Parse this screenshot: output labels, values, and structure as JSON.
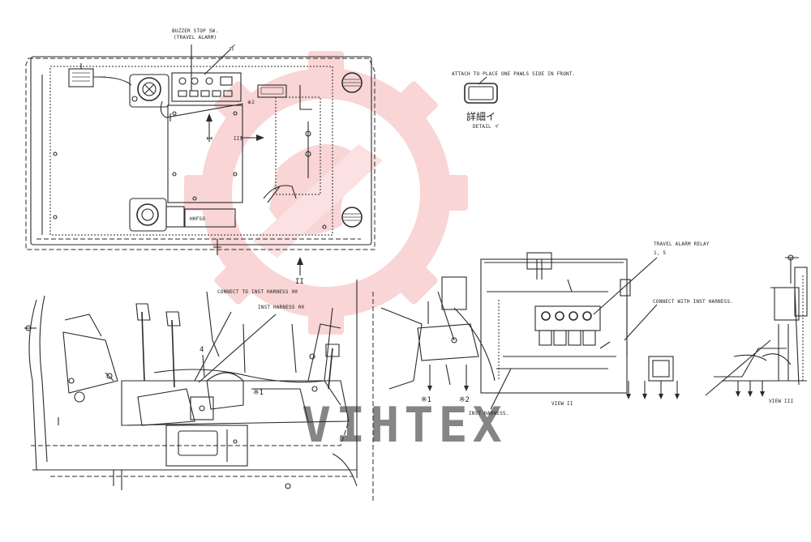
{
  "watermark": {
    "text": "VIHTEX",
    "color": "#f2a7a7"
  },
  "labels": {
    "buzzer_stop": "BUZZER STOP SW.",
    "travel_alarm": "(TRAVEL ALARM)",
    "ref_i": "イ",
    "ref_k2": "※2",
    "arrow_i": "I",
    "arrow_ii": "II",
    "arrow_iii": "III",
    "attach": "ATTACH TO PLACE ONE PAWLS SIDE IN FRONT.",
    "detail_jp": "詳細イ",
    "detail_en": "DETAIL イ",
    "connect_inst": "CONNECT TO INST HARNESS 00",
    "inst_harness_top": "INST HARNESS 00",
    "num_4": "4",
    "mark_1_left": "※1",
    "travel_relay": "TRAVEL ALARM RELAY",
    "relay_num": "1, 5",
    "connect_with": "CONNECT WITH INST HARNESS.",
    "mark_1": "※1",
    "mark_2": "※2",
    "inst_harness_bottom": "INST HARNESS.",
    "view_ii": "VIEW II",
    "view_iii": "VIEW III",
    "box_text": "HHFSO"
  }
}
